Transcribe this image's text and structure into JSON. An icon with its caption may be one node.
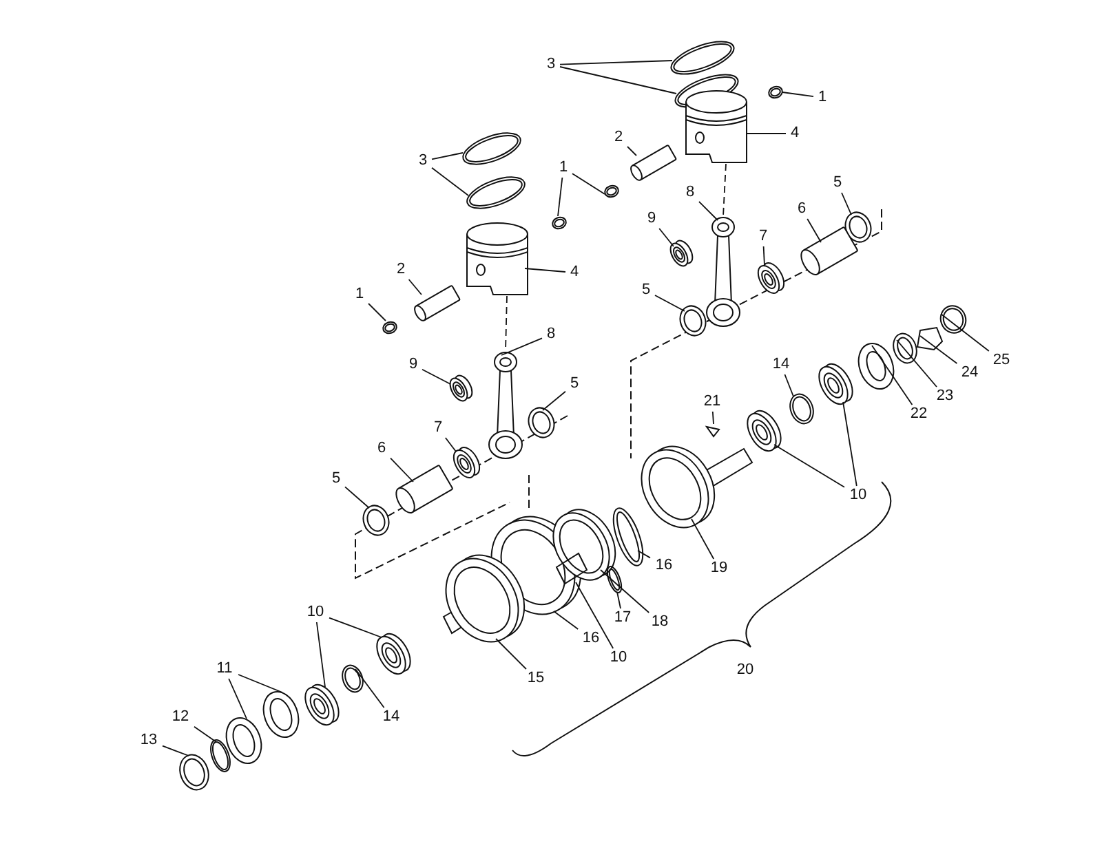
{
  "diagram": {
    "nodes": [
      {
        "text": [
          "3"
        ]
      },
      {
        "text": [
          "1"
        ]
      },
      {
        "text": [
          "4"
        ]
      },
      {
        "text": [
          "2"
        ]
      },
      {
        "text": [
          "3"
        ]
      },
      {
        "text": [
          "1"
        ]
      },
      {
        "text": [
          "5"
        ]
      },
      {
        "text": [
          "8"
        ]
      },
      {
        "text": [
          "6"
        ]
      },
      {
        "text": [
          "9"
        ]
      },
      {
        "text": [
          "7"
        ]
      },
      {
        "text": [
          "2"
        ]
      },
      {
        "text": [
          "4"
        ]
      },
      {
        "text": [
          "5"
        ]
      },
      {
        "text": [
          "1"
        ]
      },
      {
        "text": [
          "8"
        ]
      },
      {
        "text": [
          "25"
        ]
      },
      {
        "text": [
          "14"
        ]
      },
      {
        "text": [
          "9"
        ]
      },
      {
        "text": [
          "24"
        ]
      },
      {
        "text": [
          "5"
        ]
      },
      {
        "text": [
          "23"
        ]
      },
      {
        "text": [
          "21"
        ]
      },
      {
        "text": [
          "22"
        ]
      },
      {
        "text": [
          "7"
        ]
      },
      {
        "text": [
          "6"
        ]
      },
      {
        "text": [
          "5"
        ]
      },
      {
        "text": [
          "10"
        ]
      },
      {
        "text": [
          "19"
        ]
      },
      {
        "text": [
          "16"
        ]
      },
      {
        "text": [
          "17"
        ]
      },
      {
        "text": [
          "10"
        ]
      },
      {
        "text": [
          "18"
        ]
      },
      {
        "text": [
          "16"
        ]
      },
      {
        "text": [
          "10"
        ]
      },
      {
        "text": [
          "11"
        ]
      },
      {
        "text": [
          "15"
        ]
      },
      {
        "text": [
          "12"
        ]
      },
      {
        "text": [
          "14"
        ]
      },
      {
        "text": [
          "13"
        ]
      },
      {
        "text": [],
        "shape": "picture"
      },
      {
        "text": [],
        "shape": "picture"
      },
      {
        "text": [],
        "shape": "picture"
      },
      {
        "text": [],
        "shape": "picture"
      },
      {
        "text": [],
        "shape": "picture"
      },
      {
        "text": [],
        "shape": "picture"
      },
      {
        "text": [],
        "shape": "picture"
      },
      {
        "text": [],
        "shape": "picture"
      },
      {
        "text": [],
        "shape": "picture"
      },
      {
        "text": [],
        "shape": "picture"
      },
      {
        "text": [],
        "shape": "picture"
      },
      {
        "text": [],
        "shape": "picture"
      },
      {
        "text": [],
        "shape": "picture"
      },
      {
        "text": [],
        "shape": "picture"
      },
      {
        "text": [],
        "shape": "picture"
      },
      {
        "text": [],
        "shape": "picture"
      },
      {
        "text": [],
        "shape": "picture"
      },
      {
        "text": [],
        "shape": "picture"
      },
      {
        "text": [],
        "shape": "picture"
      },
      {
        "text": [],
        "shape": "picture"
      },
      {
        "text": [],
        "shape": "picture"
      },
      {
        "text": [],
        "shape": "picture"
      },
      {
        "text": [],
        "shape": "picture"
      },
      {
        "text": [],
        "shape": "picture"
      },
      {
        "text": [],
        "shape": "picture"
      },
      {
        "text": [],
        "shape": "picture"
      },
      {
        "text": [],
        "shape": "picture"
      },
      {
        "text": [],
        "shape": "picture"
      },
      {
        "text": [],
        "shape": "picture"
      },
      {
        "text": [],
        "shape": "picture"
      },
      {
        "text": [],
        "shape": "picture"
      },
      {
        "text": [],
        "shape": "picture"
      },
      {
        "text": [],
        "shape": "picture"
      },
      {
        "text": [],
        "shape": "picture"
      },
      {
        "text": [],
        "shape": "picture"
      },
      {
        "text": [],
        "shape": "picture"
      },
      {
        "text": [],
        "shape": "picture"
      },
      {
        "text": [],
        "shape": "picture"
      },
      {
        "text": [],
        "shape": "picture"
      },
      {
        "text": [],
        "shape": "picture"
      },
      {
        "text": [],
        "shape": "picture"
      },
      {
        "text": [],
        "shape": "picture"
      },
      {
        "text": [],
        "shape": "picture"
      },
      {
        "text": [],
        "shape": "picture"
      },
      {
        "text": [],
        "shape": "picture"
      },
      {
        "text": [],
        "shape": "picture"
      }
    ],
    "edges": [
      {
        "from": 0,
        "to": 40,
        "arrow": "none"
      },
      {
        "from": 0,
        "to": 41,
        "arrow": "none"
      },
      {
        "from": 1,
        "to": 42,
        "arrow": "none"
      },
      {
        "from": 2,
        "to": 43,
        "arrow": "none"
      },
      {
        "from": 3,
        "to": 44,
        "arrow": "none"
      },
      {
        "from": 4,
        "to": 45,
        "arrow": "none"
      },
      {
        "from": 4,
        "to": 46,
        "arrow": "none"
      },
      {
        "from": 5,
        "to": 47,
        "arrow": "none"
      },
      {
        "from": 5,
        "to": 48,
        "arrow": "none"
      },
      {
        "from": 6,
        "to": 49,
        "arrow": "none"
      },
      {
        "from": 7,
        "to": 50,
        "arrow": "none"
      },
      {
        "from": 8,
        "to": 51,
        "arrow": "none"
      },
      {
        "from": 9,
        "to": 52,
        "arrow": "none"
      },
      {
        "from": 10,
        "to": 53,
        "arrow": "none"
      },
      {
        "from": 11,
        "to": 54,
        "arrow": "none"
      },
      {
        "from": 12,
        "to": 55,
        "arrow": "none"
      },
      {
        "from": 13,
        "to": 56,
        "arrow": "none"
      },
      {
        "from": 14,
        "to": 57,
        "arrow": "none"
      },
      {
        "from": 15,
        "to": 58,
        "arrow": "none"
      },
      {
        "from": 16,
        "to": 59,
        "arrow": "none"
      },
      {
        "from": 17,
        "to": 60,
        "arrow": "none"
      },
      {
        "from": 18,
        "to": 61,
        "arrow": "none"
      },
      {
        "from": 19,
        "to": 62,
        "arrow": "none"
      },
      {
        "from": 20,
        "to": 63,
        "arrow": "none"
      },
      {
        "from": 21,
        "to": 64,
        "arrow": "none"
      },
      {
        "from": 22,
        "to": 65,
        "arrow": "none"
      },
      {
        "from": 23,
        "to": 66,
        "arrow": "none"
      },
      {
        "from": 24,
        "to": 67,
        "arrow": "none"
      },
      {
        "from": 25,
        "to": 68,
        "arrow": "none"
      },
      {
        "from": 26,
        "to": 69,
        "arrow": "none"
      },
      {
        "from": 27,
        "to": 70,
        "arrow": "none"
      },
      {
        "from": 27,
        "to": 71,
        "arrow": "none"
      },
      {
        "from": 28,
        "to": 72,
        "arrow": "none"
      },
      {
        "from": 29,
        "to": 73,
        "arrow": "none"
      },
      {
        "from": 30,
        "to": 74,
        "arrow": "none"
      },
      {
        "from": 31,
        "to": 79,
        "arrow": "none"
      },
      {
        "from": 31,
        "to": 80,
        "arrow": "none"
      },
      {
        "from": 32,
        "to": 75,
        "arrow": "none"
      },
      {
        "from": 33,
        "to": 76,
        "arrow": "none"
      },
      {
        "from": 34,
        "to": 77,
        "arrow": "none"
      },
      {
        "from": 35,
        "to": 81,
        "arrow": "none"
      },
      {
        "from": 35,
        "to": 82,
        "arrow": "none"
      },
      {
        "from": 36,
        "to": 78,
        "arrow": "none"
      },
      {
        "from": 37,
        "to": 83,
        "arrow": "none"
      },
      {
        "from": 38,
        "to": 84,
        "arrow": "none"
      },
      {
        "from": 39,
        "to": 85,
        "arrow": "none"
      },
      {
        "from": 43,
        "to": 50,
        "arrow": "none",
        "style": "dashed"
      },
      {
        "from": 55,
        "to": 58,
        "arrow": "none",
        "style": "dashed"
      }
    ],
    "labels": [
      "20"
    ]
  }
}
